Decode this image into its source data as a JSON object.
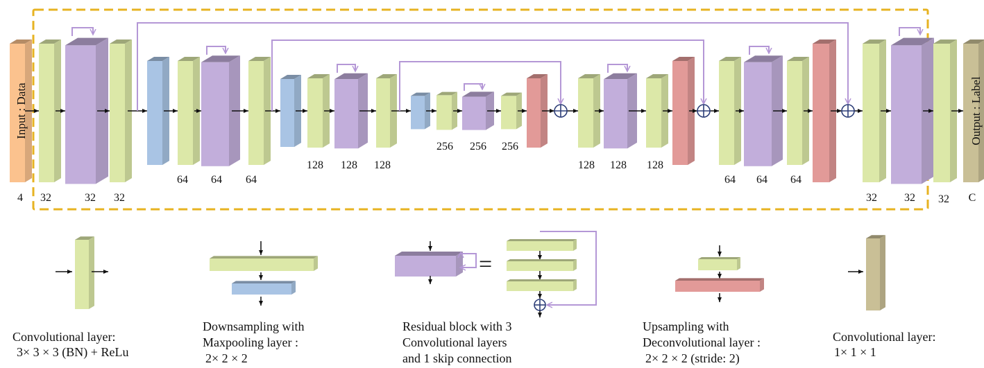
{
  "colors": {
    "conv": "#dce8a8",
    "residual": "#c2aedb",
    "downsample": "#a9c4e4",
    "upsample": "#e29a98",
    "input": "#fbc28e",
    "output": "#c9bf96",
    "skip": "#b497d6",
    "frame": "#e7b322",
    "adder": "#2d3e78"
  },
  "network": {
    "input_label": "Input : Data",
    "output_label": "Output : Label",
    "channels": {
      "input": "4",
      "enc1_conv_a": "32",
      "enc1_res": "32",
      "enc1_conv_b": "32",
      "enc2_conv_a": "64",
      "enc2_res": "64",
      "enc2_conv_b": "64",
      "enc3_conv_a": "128",
      "enc3_res": "128",
      "enc3_conv_b": "128",
      "bot_conv_a": "256",
      "bot_res": "256",
      "bot_conv_b": "256",
      "dec3_conv_a": "128",
      "dec3_res": "128",
      "dec3_conv_b": "128",
      "dec2_conv_a": "64",
      "dec2_res": "64",
      "dec2_conv_b": "64",
      "dec1_conv_a": "32",
      "dec1_res": "32",
      "final_conv": "32",
      "output": "C"
    }
  },
  "legend": {
    "conv": {
      "line1": "Convolutional layer:",
      "line2": "3× 3 × 3 (BN) + ReLu"
    },
    "downsampling": {
      "line1": "Downsampling with",
      "line2": "Maxpooling layer :",
      "line3": "2× 2 × 2"
    },
    "residual": {
      "line1": "Residual block with 3",
      "line2": "Convolutional layers",
      "line3": "and 1 skip connection"
    },
    "upsampling": {
      "line1": "Upsampling with",
      "line2": "Deconvolutional layer :",
      "line3": "2× 2 × 2 (stride: 2)"
    },
    "conv1x1": {
      "line1": "Convolutional layer:",
      "line2": "1× 1 × 1"
    }
  }
}
